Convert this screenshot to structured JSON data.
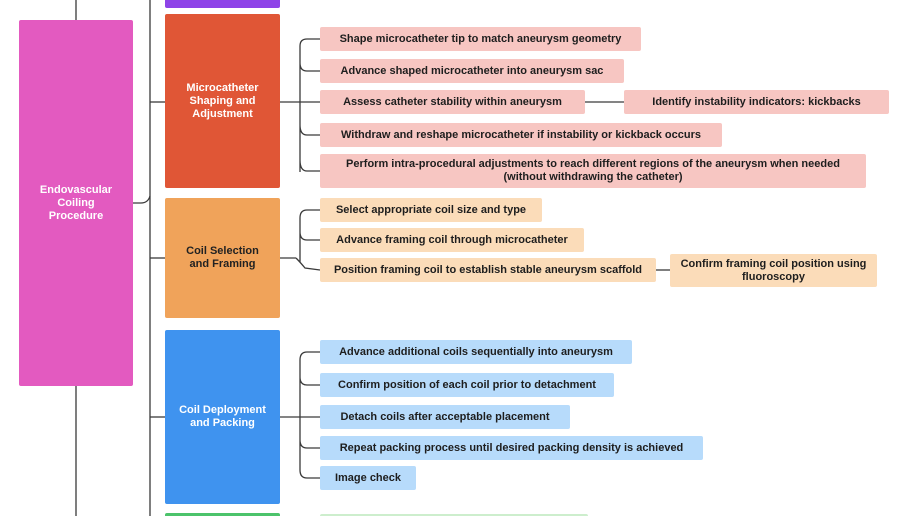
{
  "root": {
    "label": "Endovascular Coiling Procedure"
  },
  "phases": [
    {
      "label": "Microcatheter Shaping and Adjustment",
      "color": "#e05636",
      "steps": [
        "Shape microcatheter tip to match aneurysm geometry",
        "Advance shaped microcatheter into aneurysm sac",
        "Assess catheter stability within aneurysm",
        "Withdraw and reshape microcatheter if instability or kickback occurs",
        "Perform intra-procedural adjustments to reach different regions of the aneurysm when needed (without withdrawing the catheter)"
      ],
      "sub_steps": [
        "Identify instability indicators: kickbacks"
      ]
    },
    {
      "label": "Coil Selection and Framing",
      "color": "#f0a35a",
      "steps": [
        "Select appropriate coil size and type",
        "Advance framing coil through microcatheter",
        "Position framing coil to establish stable aneurysm scaffold"
      ],
      "sub_steps": [
        "Confirm framing coil position using fluoroscopy"
      ]
    },
    {
      "label": "Coil Deployment and Packing",
      "color": "#3f93ef",
      "steps": [
        "Advance additional coils sequentially into aneurysm",
        "Confirm position of each coil prior to detachment",
        "Detach coils after acceptable placement",
        "Repeat packing process until desired packing density is achieved",
        "Image check"
      ]
    }
  ],
  "colors": {
    "root": "#e35ac0",
    "previous_phase": "#8e44e8",
    "next_phase": "#4cc36b",
    "micro_leaf": "#f7c6c2",
    "coil_leaf": "#fbdcb9",
    "deploy_leaf": "#b7dbfb",
    "next_leaf": "#cdeecd",
    "connector": "#3a3a3a"
  }
}
